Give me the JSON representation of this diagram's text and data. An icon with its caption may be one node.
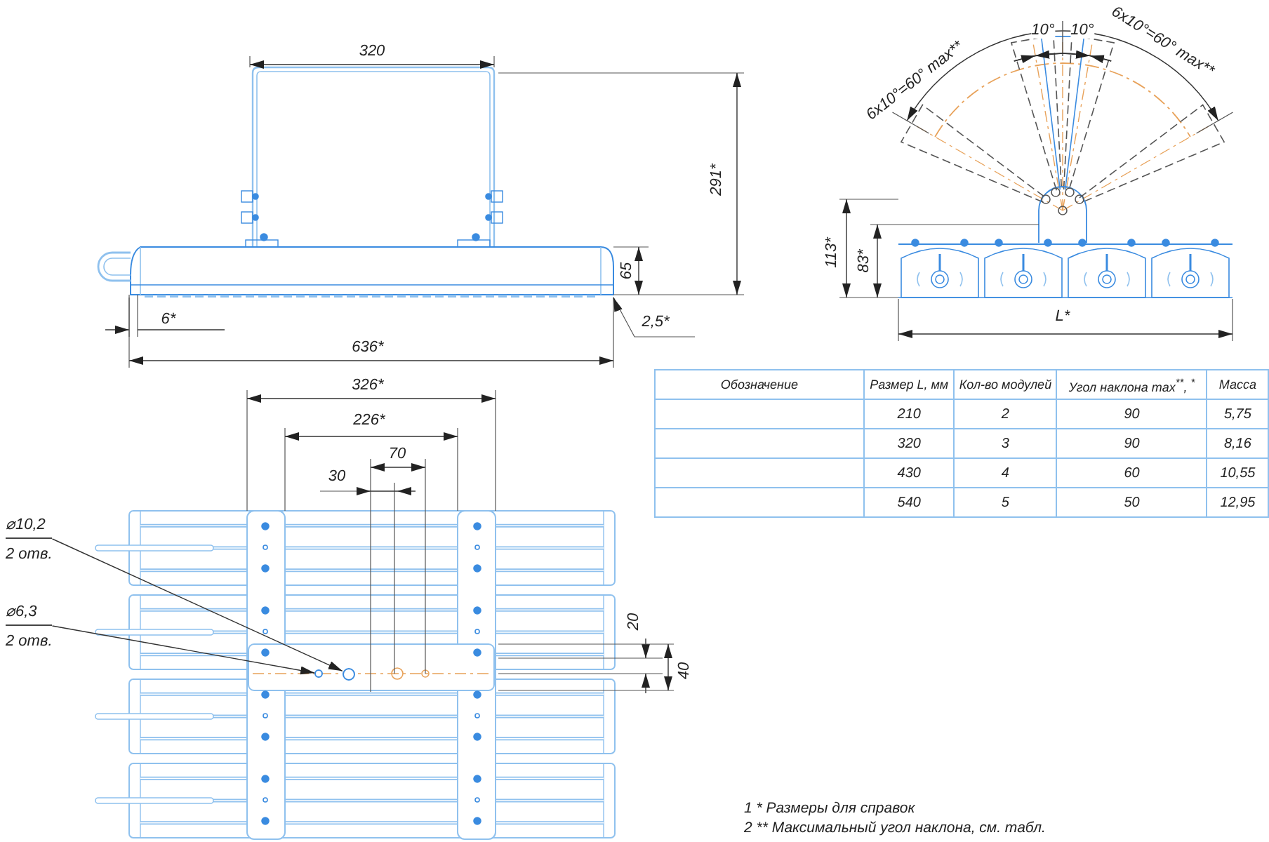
{
  "diagram": {
    "nodes": [
      {
        "text": [
          "⌀10,2",
          "2 отв."
        ]
      },
      {
        "text": [],
        "shape": "circle"
      },
      {
        "text": [
          "⌀6,3",
          "2 отв."
        ]
      },
      {
        "text": [],
        "shape": "circle"
      }
    ],
    "edges": [
      {
        "from": 0,
        "to": 3,
        "arrow": "to"
      },
      {
        "from": 2,
        "to": 1,
        "arrow": "to"
      }
    ],
    "labels": [
      "6x10°=60° max**",
      "10°",
      "10°",
      "6x10°=60° max**",
      "320",
      "291*",
      "65",
      "113*",
      "83*",
      "6*",
      "2,5*",
      "L*",
      "636*",
      "Обозначение",
      "Размер L, мм",
      "Кол-во модулей",
      "Угол наклона max$^{**}$, $^{*}$",
      "Масса",
      "210",
      "2",
      "90",
      "5,75",
      "320",
      "3",
      "90",
      "8,16",
      "430",
      "4",
      "60",
      "10,55",
      "540",
      "5",
      "50",
      "12,95",
      "326*",
      "226*",
      "70",
      "30",
      "20",
      "40",
      "1 * Размеры для справок",
      "2 ** Максимальный угол наклона, см. табл."
    ]
  }
}
